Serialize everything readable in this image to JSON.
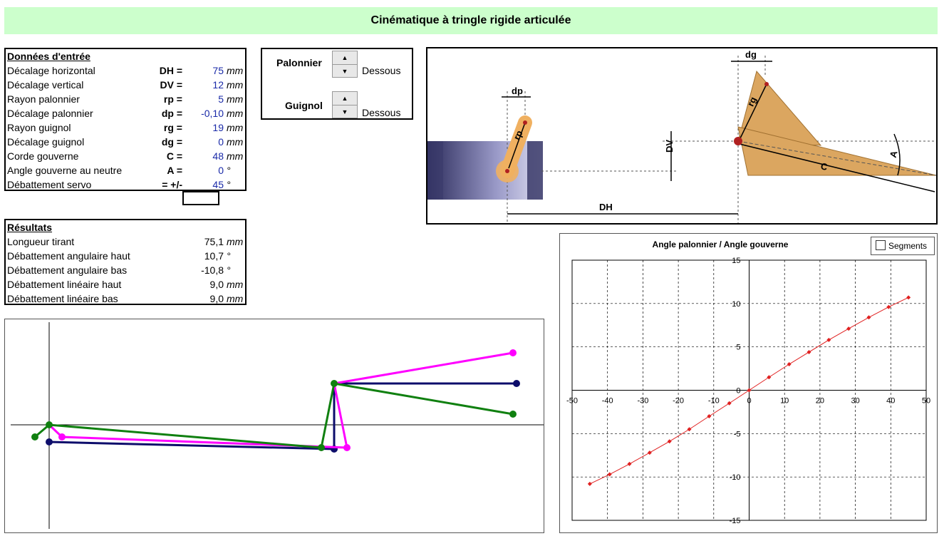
{
  "title": "Cinématique à tringle rigide articulée",
  "inputs": {
    "header": "Données d'entrée",
    "rows": [
      {
        "label": "Décalage horizontal",
        "sym": "DH =",
        "value": "75",
        "unit": "mm"
      },
      {
        "label": "Décalage vertical",
        "sym": "DV =",
        "value": "12",
        "unit": "mm"
      },
      {
        "label": "Rayon palonnier",
        "sym": "rp =",
        "value": "5",
        "unit": "mm"
      },
      {
        "label": "Décalage palonnier",
        "sym": "dp =",
        "value": "-0,10",
        "unit": "mm"
      },
      {
        "label": "Rayon guignol",
        "sym": "rg =",
        "value": "19",
        "unit": "mm"
      },
      {
        "label": "Décalage guignol",
        "sym": "dg =",
        "value": "0",
        "unit": "mm"
      },
      {
        "label": "Corde gouverne",
        "sym": "C =",
        "value": "48",
        "unit": "mm"
      },
      {
        "label": "Angle gouverne au neutre",
        "sym": "A =",
        "value": "0",
        "unit": "°"
      },
      {
        "label": "Débattement servo",
        "sym": "= +/-",
        "value": "45",
        "unit": "°"
      }
    ]
  },
  "results": {
    "header": "Résultats",
    "rows": [
      {
        "label": "Longueur tirant",
        "value": "75,1",
        "unit": "mm"
      },
      {
        "label": "Débattement angulaire haut",
        "value": "10,7",
        "unit": "°"
      },
      {
        "label": "Débattement angulaire bas",
        "value": "-10,8",
        "unit": "°"
      },
      {
        "label": "Débattement linéaire haut",
        "value": "9,0",
        "unit": "mm"
      },
      {
        "label": "Débattement linéaire bas",
        "value": "9,0",
        "unit": "mm"
      }
    ]
  },
  "spinners": {
    "palonnier_label": "Palonnier",
    "palonnier_value": "Dessous",
    "guignol_label": "Guignol",
    "guignol_value": "Dessous"
  },
  "diagram": {
    "labels": {
      "dg": "dg",
      "dp": "dp",
      "rp": "rp",
      "rg": "rg",
      "dv": "DV",
      "dh": "DH",
      "c": "C",
      "a": "A"
    },
    "colors": {
      "servo": "#3a3a6a",
      "arm": "#f0b060",
      "surface": "#dba660",
      "dark_dot": "#b02020"
    }
  },
  "linkage": {
    "colors": {
      "neutral": "#0d0d6b",
      "up": "#ff00ff",
      "down": "#108010"
    }
  },
  "chart_data": {
    "type": "scatter",
    "title": "Angle palonnier / Angle gouverne",
    "legend": "Segments",
    "xlim": [
      -50,
      50
    ],
    "ylim": [
      -15,
      15
    ],
    "xticks": [
      -50,
      -40,
      -30,
      -20,
      -10,
      0,
      10,
      20,
      30,
      40,
      50
    ],
    "yticks": [
      -15,
      -10,
      -5,
      0,
      5,
      10,
      15
    ],
    "grid": true,
    "color": "#e02020",
    "series": [
      {
        "x": [
          -45,
          -39.4,
          -33.8,
          -28.1,
          -22.5,
          -16.9,
          -11.3,
          -5.6,
          0,
          5.6,
          11.3,
          16.9,
          22.5,
          28.1,
          33.8,
          39.4,
          45
        ],
        "y": [
          -10.8,
          -9.7,
          -8.5,
          -7.2,
          -5.9,
          -4.5,
          -3.0,
          -1.5,
          0,
          1.5,
          3.0,
          4.4,
          5.8,
          7.1,
          8.4,
          9.6,
          10.7
        ]
      }
    ]
  }
}
